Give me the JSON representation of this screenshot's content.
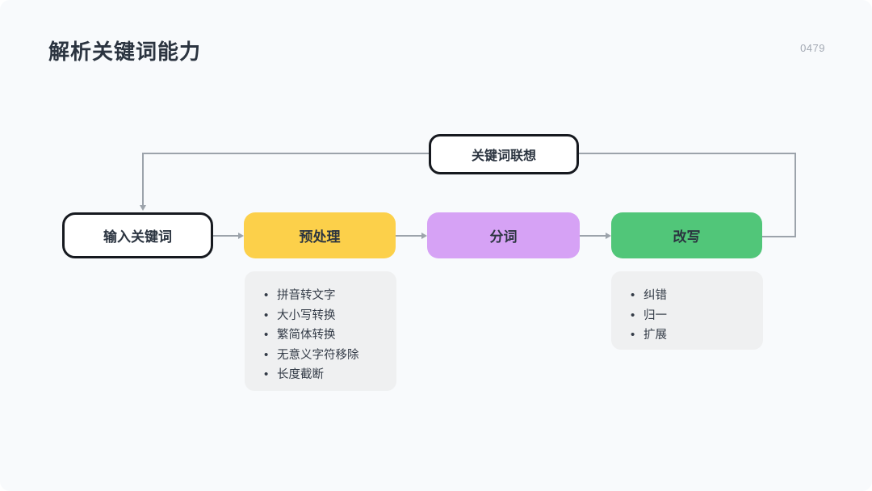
{
  "page": {
    "title": "解析关键词能力",
    "page_number": "0479"
  },
  "colors": {
    "slide_background": "#F8FAFC",
    "title_text": "#2B3440",
    "connector_gray": "#9CA3AB",
    "outline_node_border": "#16191F",
    "preprocess_fill": "#FCD04A",
    "segment_fill": "#D6A2F5",
    "rewrite_fill": "#51C679",
    "panel_fill": "#EFF0F1"
  },
  "flow": {
    "feedback_node": {
      "label": "关键词联想"
    },
    "nodes": [
      {
        "id": "input",
        "label": "输入关键词",
        "style": "outline"
      },
      {
        "id": "preprocess",
        "label": "预处理",
        "color": "#FCD04A"
      },
      {
        "id": "segment",
        "label": "分词",
        "color": "#D6A2F5"
      },
      {
        "id": "rewrite",
        "label": "改写",
        "color": "#51C679"
      }
    ],
    "preprocess_details": [
      "拼音转文字",
      "大小写转换",
      "繁简体转换",
      "无意义字符移除",
      "长度截断"
    ],
    "rewrite_details": [
      "纠错",
      "归一",
      "扩展"
    ]
  }
}
